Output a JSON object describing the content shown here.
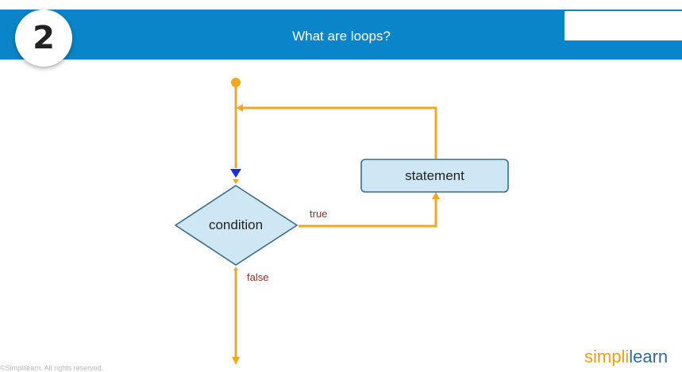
{
  "slide": {
    "number": "2",
    "title": "What are loops?"
  },
  "diagram": {
    "nodes": {
      "decision": "condition",
      "process": "statement"
    },
    "edges": {
      "true_label": "true",
      "false_label": "false"
    }
  },
  "footer": {
    "copyright": "©Simplilearn. All rights reserved."
  },
  "brand": {
    "part1": "simpl",
    "part2": "i",
    "part3": "learn"
  },
  "colors": {
    "header": "#0b85c9",
    "flow_line": "#f5a623",
    "shape_fill": "#cfe7f5",
    "shape_stroke": "#3a6d8c",
    "edge_label": "#9e2a2a",
    "arrow_head": "#1a2fd6"
  }
}
